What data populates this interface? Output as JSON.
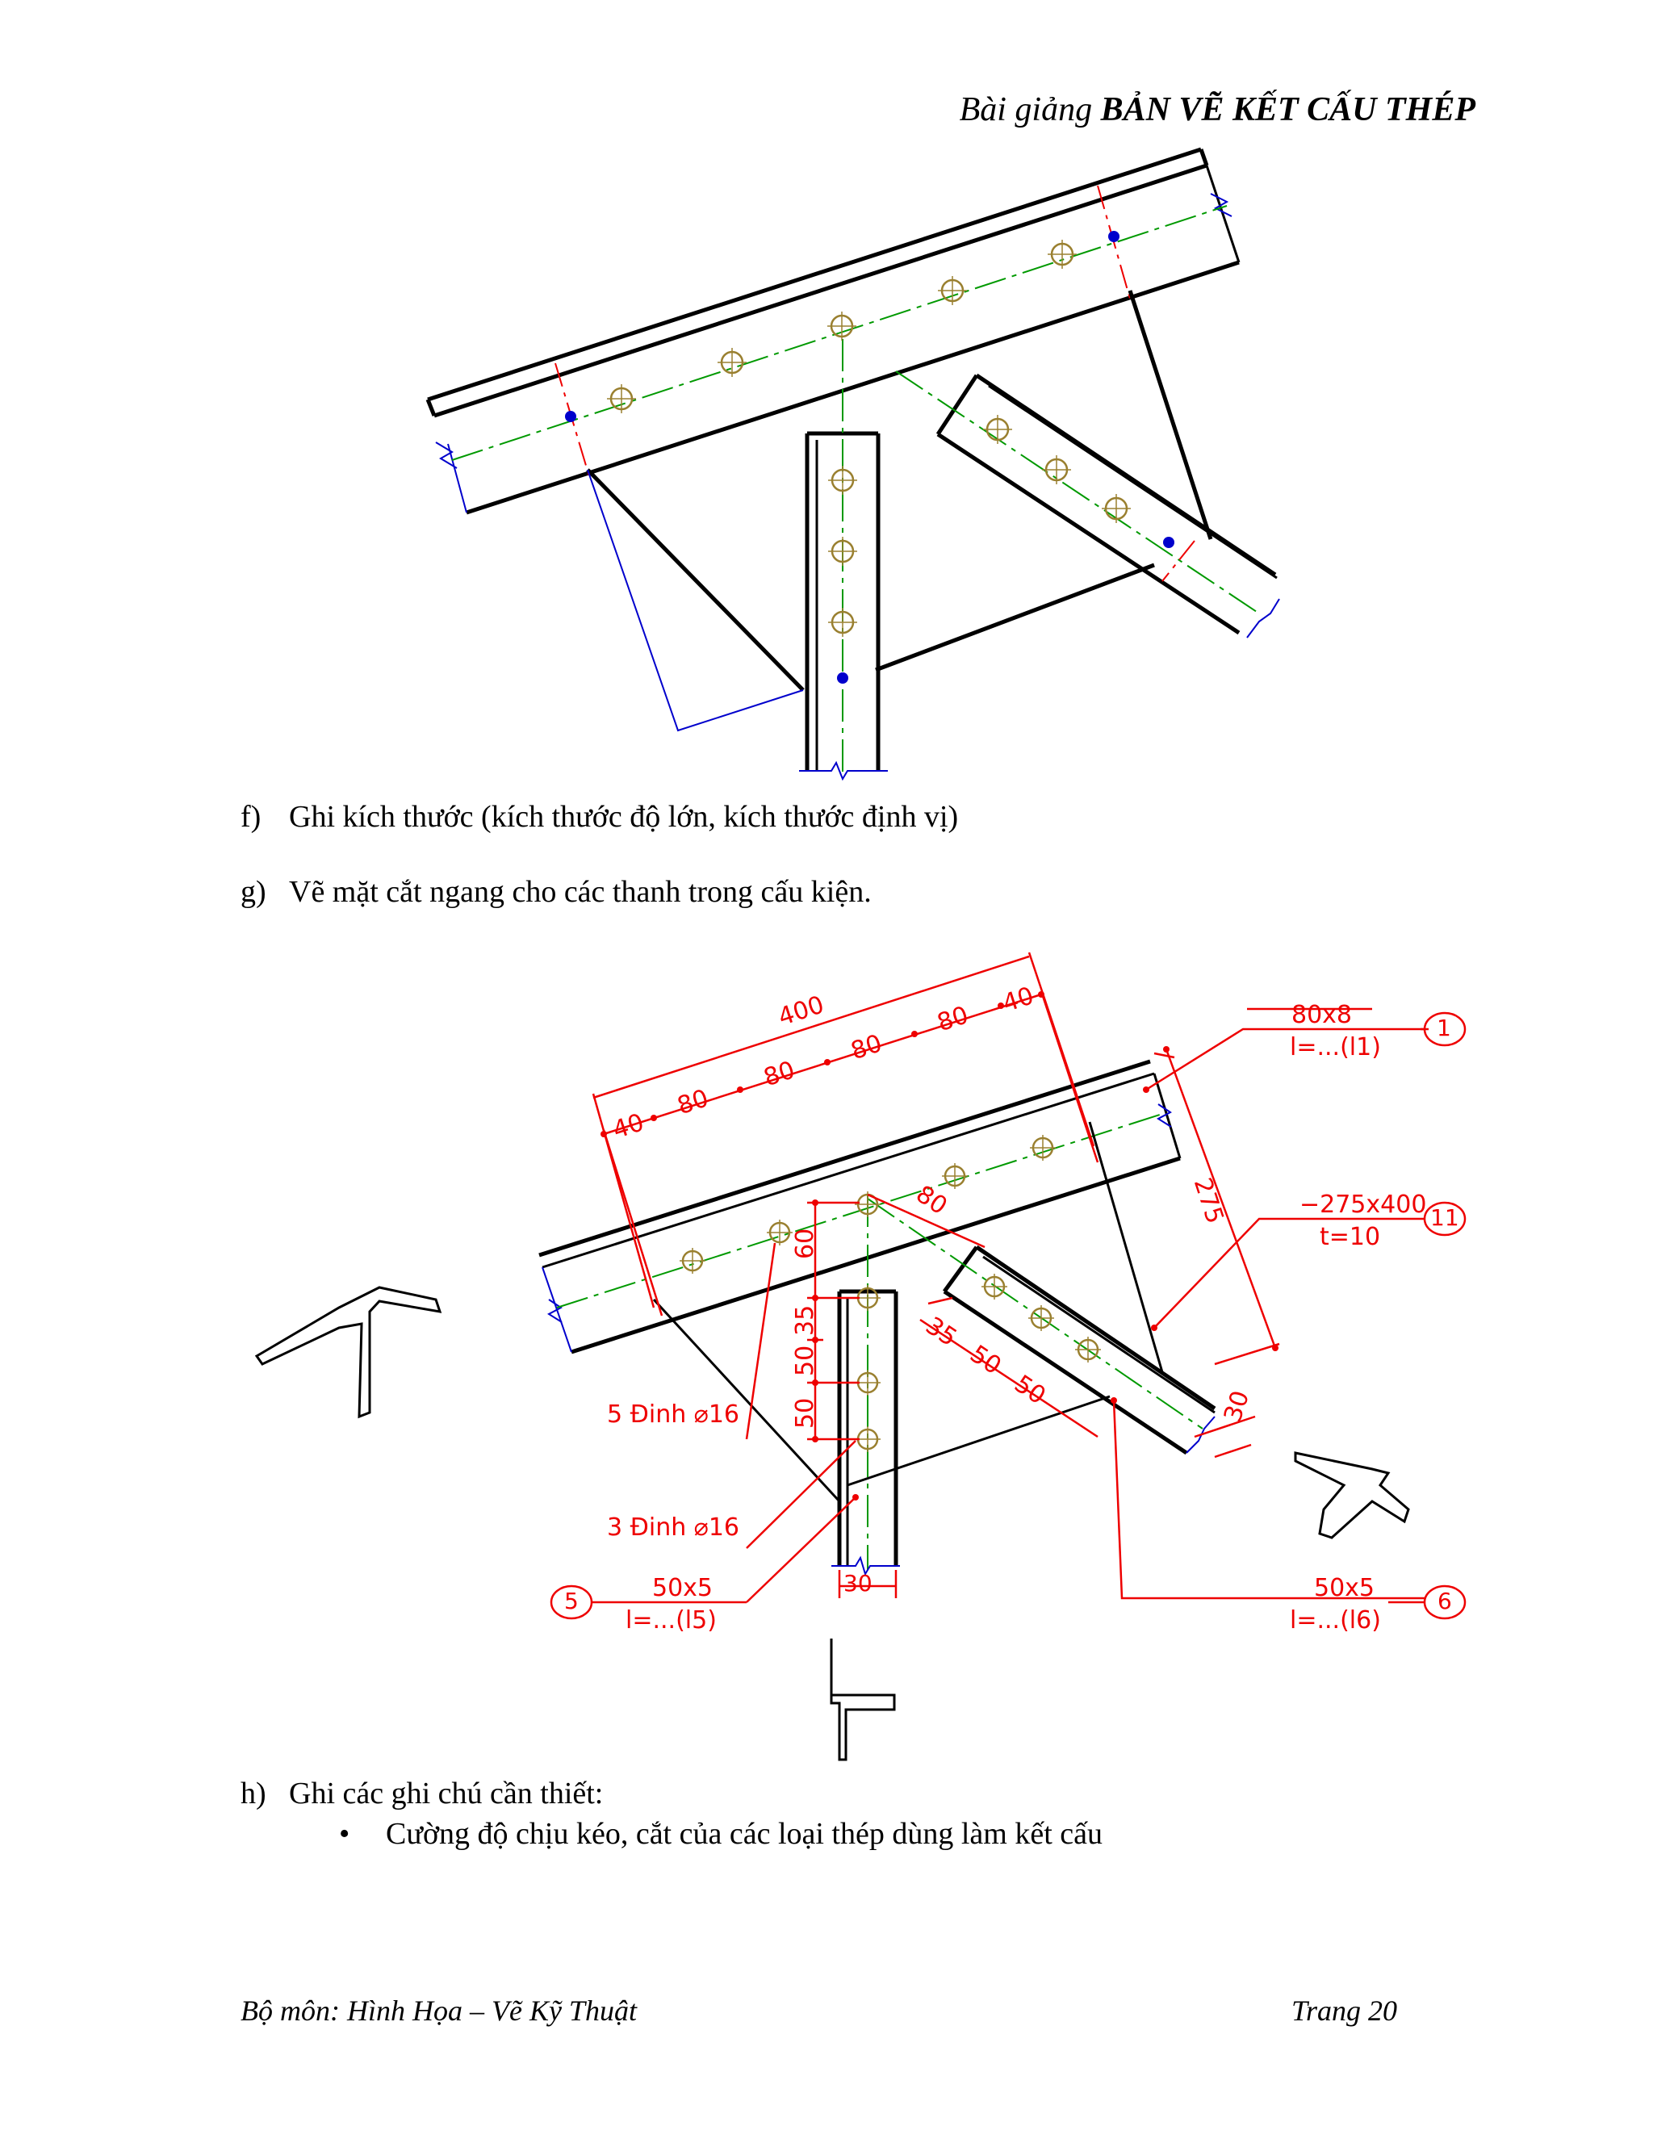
{
  "header": {
    "prefix": "Bài giảng ",
    "title": "BẢN VẼ KẾT CẤU THÉP"
  },
  "items": [
    {
      "marker": "f)",
      "text": "Ghi kích thước (kích thước độ lớn, kích thước định vị)"
    },
    {
      "marker": "g)",
      "text": "Vẽ mặt cắt ngang cho các thanh trong cấu kiện."
    },
    {
      "marker": "h)",
      "text": "Ghi các ghi chú cần thiết:"
    }
  ],
  "bullets": [
    "Cường độ chịu kéo, cắt của các loại thép dùng làm kết cấu"
  ],
  "footer": {
    "left": "Bộ môn: Hình Họa – Vẽ Kỹ Thuật",
    "right": "Trang 20"
  },
  "drawing2": {
    "dims_top": [
      "400",
      "40",
      "80",
      "80",
      "80",
      "80",
      "40"
    ],
    "dim_side": "275",
    "dim_diag": [
      "80",
      "35",
      "50",
      "50",
      "30"
    ],
    "dim_vert": [
      "60",
      "35",
      "50",
      "50"
    ],
    "dim_bottom": "30",
    "labels": {
      "p1": {
        "num": "1",
        "line1": "80x8",
        "line2": "l=...(l1)"
      },
      "p11": {
        "num": "11",
        "line1": "−275x400",
        "line2": "t=10"
      },
      "p5": {
        "num": "5",
        "line1": "50x5",
        "line2": "l=...(l5)"
      },
      "p6": {
        "num": "6",
        "line1": "50x5",
        "line2": "l=...(l6)"
      },
      "rivet5": "5 Đinh ⌀16",
      "rivet3": "3 Đinh ⌀16"
    }
  },
  "colors": {
    "text": "#000000",
    "dimension": "#e00000",
    "centerline": "#009900",
    "rivet": "#9a8030",
    "blue": "#0000cc"
  }
}
